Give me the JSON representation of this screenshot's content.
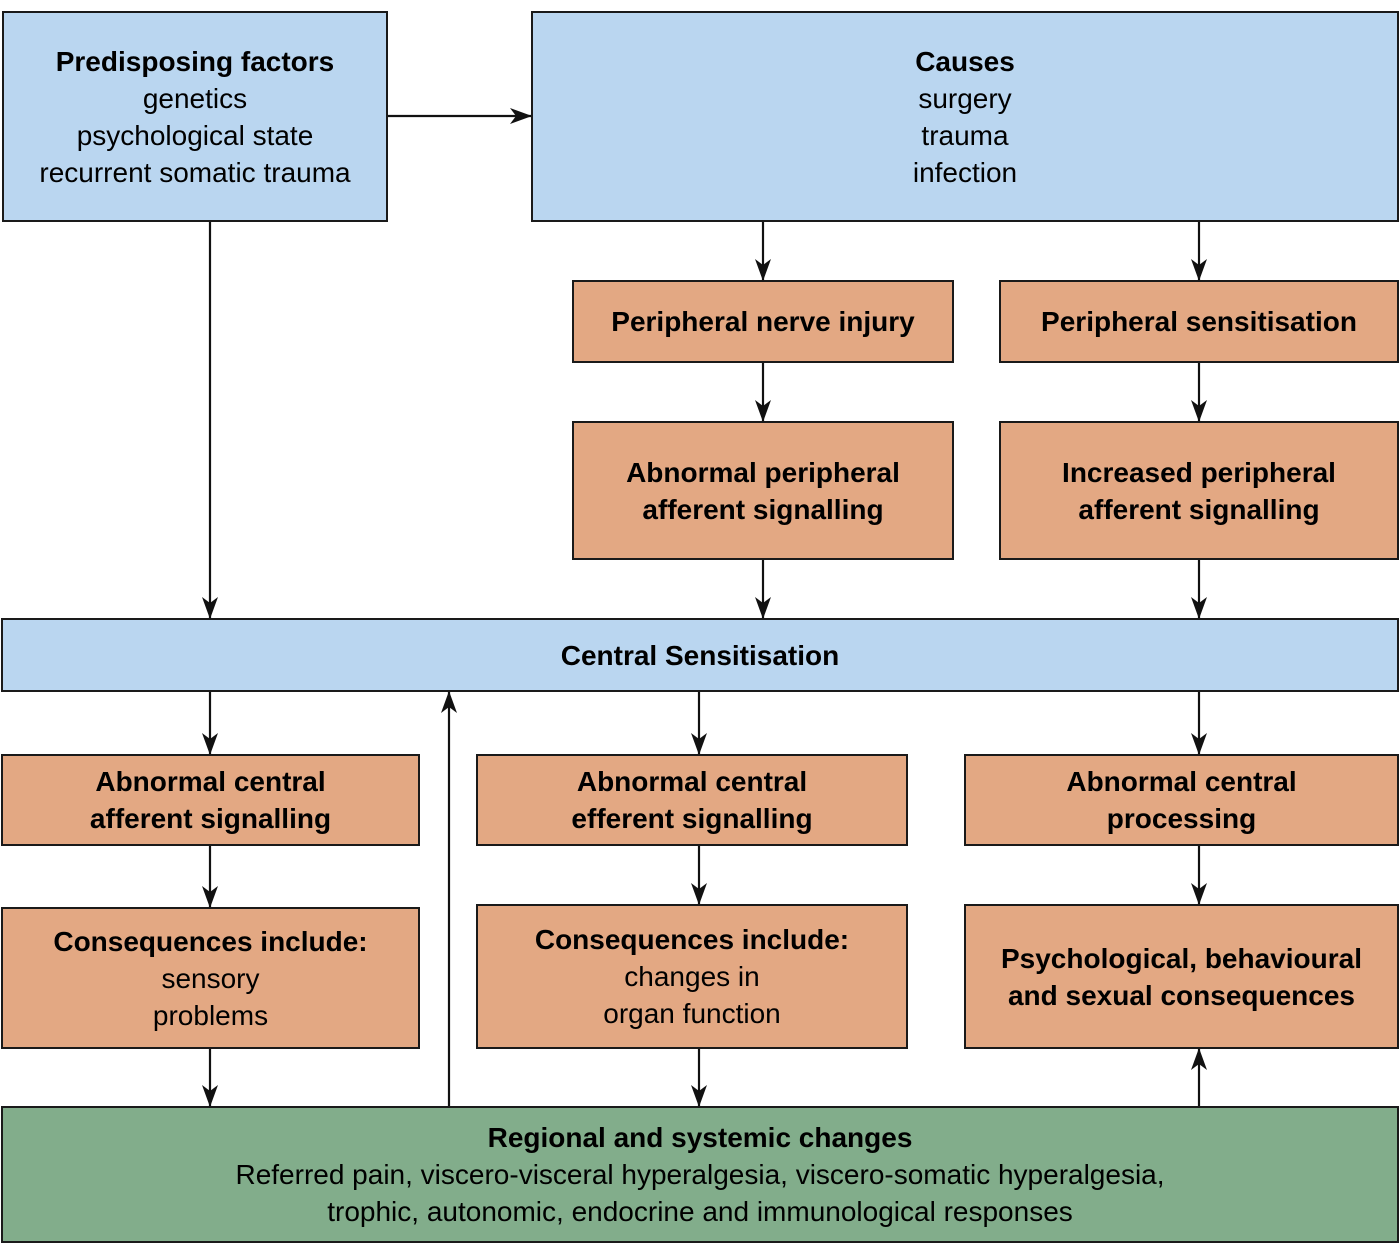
{
  "predisposing": {
    "title": "Predisposing factors",
    "items": [
      "genetics",
      "psychological state",
      "recurrent somatic trauma"
    ]
  },
  "causes": {
    "title": "Causes",
    "items": [
      "surgery",
      "trauma",
      "infection"
    ]
  },
  "peripheral_nerve_injury": "Peripheral nerve injury",
  "peripheral_sensitisation": "Peripheral sensitisation",
  "abnormal_peripheral": [
    "Abnormal peripheral",
    "afferent signalling"
  ],
  "increased_peripheral": [
    "Increased peripheral",
    "afferent signalling"
  ],
  "central_sensitisation": "Central Sensitisation",
  "abnormal_central_afferent": [
    "Abnormal central",
    "afferent signalling"
  ],
  "abnormal_central_efferent": [
    "Abnormal central",
    "efferent signalling"
  ],
  "abnormal_central_processing": [
    "Abnormal central",
    "processing"
  ],
  "consequences_sensory": {
    "title": "Consequences include:",
    "items": [
      "sensory",
      "problems"
    ]
  },
  "consequences_organ": {
    "title": "Consequences include:",
    "items": [
      "changes in",
      "organ function"
    ]
  },
  "psych_consequences": [
    "Psychological, behavioural",
    "and sexual consequences"
  ],
  "regional": {
    "title": "Regional and systemic changes",
    "items": [
      "Referred pain, viscero-visceral hyperalgesia, viscero-somatic hyperalgesia,",
      "trophic, autonomic, endocrine and immunological responses"
    ]
  },
  "colors": {
    "blue_box": "#bad6f0",
    "orange_box": "#e3a883",
    "green_box": "#82ad8b",
    "border": "#1a1a1a"
  }
}
